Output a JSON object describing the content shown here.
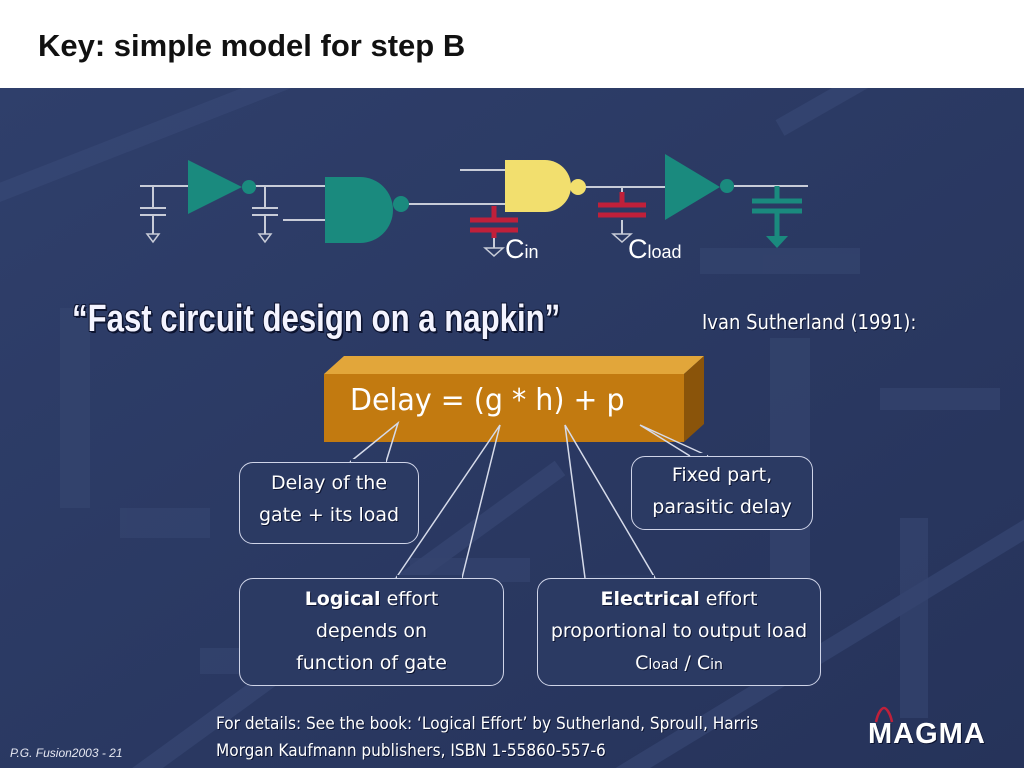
{
  "slide": {
    "title": "Key: simple model for step B",
    "napkin_quote": "“Fast circuit design on a napkin”",
    "author": "Ivan Sutherland (1991):",
    "formula": "Delay = (g * h) + p",
    "c_in": {
      "main": "C",
      "sub": "in"
    },
    "c_load": {
      "main": "C",
      "sub": "load"
    },
    "callouts": {
      "delay": [
        "Delay of the",
        "gate + its load"
      ],
      "fixed": [
        "Fixed part,",
        "parasitic delay"
      ],
      "logical": {
        "bold": "Logical",
        "rest": " effort",
        "line2": "depends on",
        "line3": "function of gate"
      },
      "electrical": {
        "bold": "Electrical",
        "rest": " effort",
        "line2": "proportional to output load",
        "cload_main": "C",
        "cload_sub": "load",
        "slash": " / ",
        "cin_main": "C",
        "cin_sub": "in"
      }
    },
    "reference": {
      "line1": "For details: See the book: ‘Logical Effort’ by Sutherland, Sproull, Harris",
      "line2": "Morgan Kaufmann publishers, ISBN 1-55860-557-6"
    },
    "footer": "P.G. Fusion2003 -  21",
    "logo": "MAGMA"
  },
  "colors": {
    "background": "#2b3a63",
    "teal_gate": "#1a8a7e",
    "highlight_gate": "#f2df6e",
    "cap_red": "#c0203a",
    "formula_box": "#c27a10"
  },
  "icons": [
    "buffer-gate-icon",
    "nand-gate-icon",
    "capacitor-icon",
    "ground-icon",
    "magma-logo"
  ]
}
